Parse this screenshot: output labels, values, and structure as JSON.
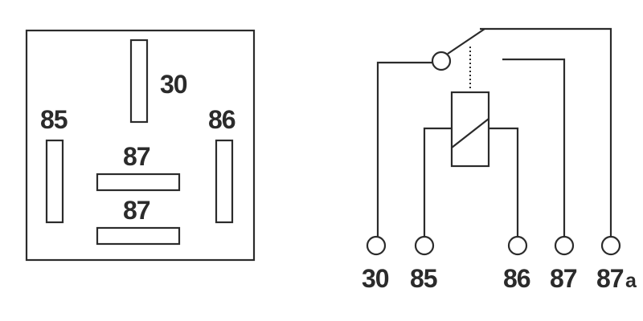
{
  "footprint": {
    "pin_30": "30",
    "pin_85": "85",
    "pin_86": "86",
    "pin_87_upper": "87",
    "pin_87_lower": "87"
  },
  "schematic": {
    "terminals": [
      {
        "id": "30",
        "label": "30",
        "suffix": ""
      },
      {
        "id": "85",
        "label": "85",
        "suffix": ""
      },
      {
        "id": "86",
        "label": "86",
        "suffix": ""
      },
      {
        "id": "87",
        "label": "87",
        "suffix": ""
      },
      {
        "id": "87a",
        "label": "87",
        "suffix": "a"
      }
    ]
  },
  "colors": {
    "line": "#2b2b2b",
    "background": "#ffffff"
  }
}
